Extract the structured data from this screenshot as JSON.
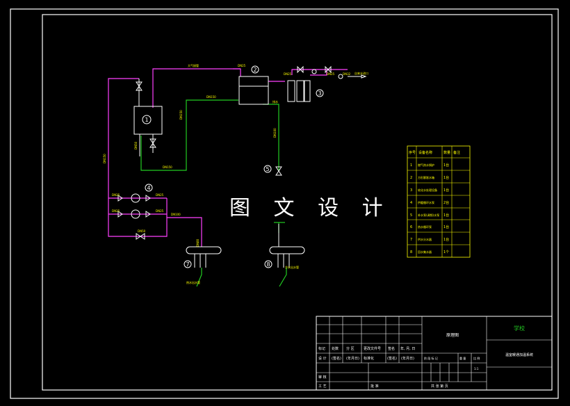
{
  "watermark": "图 文 设 计",
  "colors": {
    "background": "#000000",
    "frame": "#ffffff",
    "pipe_magenta": "#ff40ff",
    "pipe_green": "#22cc22",
    "equipment": "#ffffff",
    "label": "#ffff00",
    "table": "#ffff00",
    "title_green": "#22cc22"
  },
  "pipe_labels": {
    "air_pipe": "大气接管",
    "dn25_top": "DN25",
    "dn150_h": "DN150",
    "dn150_v": "DN150",
    "dn150_bottom": "DN150",
    "dn150_left": "DN150",
    "dn50_riser": "DN50",
    "dn100_branch": "DN100",
    "dn25_a": "DN25",
    "dn25_b": "DN25",
    "dn25_c": "DN25",
    "dn25_d": "DN25",
    "dn100_pump": "DN100",
    "dn50_recirc": "DN50",
    "dn80_header": "DN80",
    "dn25_right": "DN25",
    "dn25_inlet": "DN25",
    "dn32_inlet": "DN32",
    "drain": "排水",
    "water_in": "自来水进口",
    "hot_out": "热水出水管",
    "cold_in": "冷水出水管"
  },
  "equipment_numbers": {
    "boiler": "1",
    "tank": "2",
    "softener": "3",
    "pumps": "4",
    "drain_point": "5",
    "header_left": "7",
    "header_right": "8"
  },
  "legend": {
    "headers": [
      "序号",
      "设备名称",
      "数量",
      "备注"
    ],
    "rows": [
      {
        "no": "1",
        "name": "燃气热水锅炉",
        "qty": "1台"
      },
      {
        "no": "2",
        "name": "方形膨胀水箱",
        "qty": "1台"
      },
      {
        "no": "3",
        "name": "软化水处理设备",
        "qty": "1台"
      },
      {
        "no": "4",
        "name": "供暖循环水泵",
        "qty": "2台"
      },
      {
        "no": "5",
        "name": "补水泵(调频)水泵",
        "qty": "1台"
      },
      {
        "no": "6",
        "name": "热水循环泵",
        "qty": "1台"
      },
      {
        "no": "7",
        "name": "供水分水器",
        "qty": "1台"
      },
      {
        "no": "8",
        "name": "回水集水器",
        "qty": "1个"
      }
    ]
  },
  "title_block": {
    "drawing_title": "原理图",
    "school": "学校",
    "project": "温室暖通加温系统",
    "mark": "标记",
    "count": "处数",
    "zone": "分 区",
    "change_doc": "更改文件号",
    "sign": "签名",
    "date": "年, 月, 日",
    "design": "设 计",
    "sign1": "(签名)",
    "date1": "(年月日)",
    "standardize": "标准化",
    "sign2": "(签名)",
    "date2": "(年月日)",
    "stage": "阶 段 标 记",
    "weight": "重 量",
    "scale_label": "比 例",
    "scale": "1:1",
    "review": "审 核",
    "process": "工 艺",
    "approve": "批 准",
    "sheets": "共    张    第    页"
  }
}
